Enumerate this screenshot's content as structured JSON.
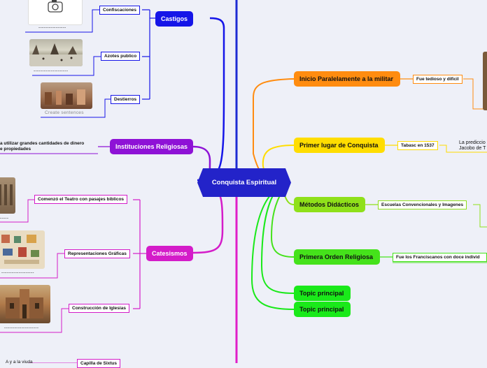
{
  "central": {
    "label": "Conquista Espiritual"
  },
  "left_topics": {
    "castigos": {
      "label": "Castigos",
      "children": [
        "Confiscaciones",
        "Azotes publico",
        "Destierros"
      ],
      "captions": [
        "----------------",
        "--------------------",
        "Create sentences"
      ]
    },
    "instituciones": {
      "label": "Instituciones Religiosas",
      "child_line1": "a utilizar grandes cantidades de dinero",
      "child_line2": "e propiedades"
    },
    "catesismos": {
      "label": "Catesismos",
      "children": [
        "Comenzó el Teatro con pasajes biblicos",
        "Representaciones Gráficas",
        "Construcción de Iglesias"
      ],
      "captions": [
        "-----",
        "-------------------",
        "--------------------"
      ]
    },
    "bottom_partial": {
      "sub": "Capilla de Sixtus",
      "text": "A y a la viuda"
    }
  },
  "right_topics": [
    {
      "label": "Inicio Paralelamente a la militar",
      "child": "Fue tedioso y dificil"
    },
    {
      "label": "Primer lugar de Conquista",
      "child": "Tabasc en 1537",
      "note1": "La prediccio",
      "note2": "Jacobo de T"
    },
    {
      "label": "Métodos Didácticos",
      "child": "Escuelas Convencionales y Imagenes"
    },
    {
      "label": "Primera Orden Religiosa",
      "child": "Fue los Franciscanos con doce individ"
    },
    {
      "label": "Topic principal"
    },
    {
      "label": "Topic principal"
    }
  ],
  "colors": {
    "background": "#eef0f8",
    "central": "#2323c9",
    "castigos": "#1515e8",
    "instituciones": "#8e12d6",
    "catesismos": "#d41cc9",
    "inicio": "#ff8c10",
    "primer_lugar": "#ffdd00",
    "metodos": "#8fe01a",
    "primera_orden": "#45e21b",
    "topic": "#1ae91a"
  }
}
